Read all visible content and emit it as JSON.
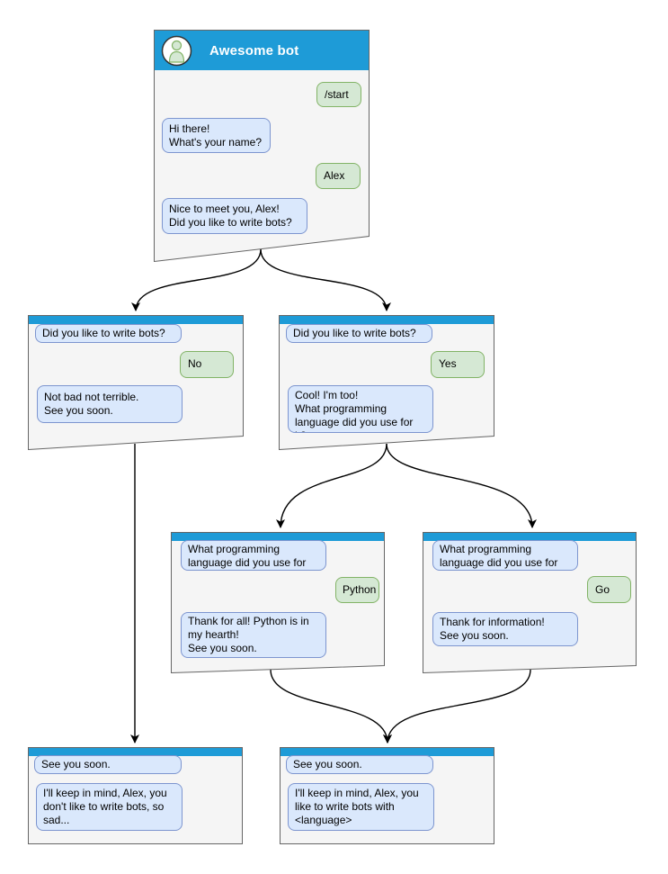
{
  "colors": {
    "header_blue": "#1E9BD7",
    "window_fill": "#F5F5F5",
    "window_border": "#666666",
    "bot_bubble_fill": "#DAE8FC",
    "bot_bubble_border": "#7D95CF",
    "user_bubble_fill": "#D5E8D4",
    "user_bubble_border": "#82B366",
    "edge_color": "#000000",
    "title_color": "#FFFFFF"
  },
  "icons": {
    "avatar": "person-icon"
  },
  "windows": {
    "main": {
      "title": "Awesome bot",
      "messages": [
        {
          "from": "user",
          "text": "/start"
        },
        {
          "from": "bot",
          "text": "Hi there!\nWhat's your name?"
        },
        {
          "from": "user",
          "text": "Alex"
        },
        {
          "from": "bot",
          "text": "Nice to meet you, Alex!\nDid you like to write bots?"
        }
      ]
    },
    "branch_no": {
      "messages": [
        {
          "from": "bot",
          "text": "Did you like to write bots?"
        },
        {
          "from": "user",
          "text": "No"
        },
        {
          "from": "bot",
          "text": "Not bad not terrible.\nSee you soon."
        }
      ]
    },
    "branch_yes": {
      "messages": [
        {
          "from": "bot",
          "text": "Did you like to write bots?"
        },
        {
          "from": "user",
          "text": "Yes"
        },
        {
          "from": "bot",
          "text": "Cool! I'm too!\nWhat programming\nlanguage did you use for it?"
        }
      ]
    },
    "branch_python": {
      "messages": [
        {
          "from": "bot",
          "text": "What programming\nlanguage did you use for it?"
        },
        {
          "from": "user",
          "text": "Python"
        },
        {
          "from": "bot",
          "text": "Thank for all! Python is in\nmy hearth!\nSee you soon."
        }
      ]
    },
    "branch_go": {
      "messages": [
        {
          "from": "bot",
          "text": "What programming\nlanguage did you use for it?"
        },
        {
          "from": "user",
          "text": "Go"
        },
        {
          "from": "bot",
          "text": "Thank for information!\nSee you soon."
        }
      ]
    },
    "end_no": {
      "messages": [
        {
          "from": "bot",
          "text": "See you soon."
        },
        {
          "from": "bot",
          "text": "I'll keep in mind, Alex, you\ndon't like to write bots, so\nsad..."
        }
      ]
    },
    "end_yes": {
      "messages": [
        {
          "from": "bot",
          "text": "See you soon."
        },
        {
          "from": "bot",
          "text": "I'll keep in mind, Alex, you\nlike to write bots with\n<language>"
        }
      ]
    }
  },
  "flow": {
    "edges": [
      {
        "from": "main",
        "to": "branch_no"
      },
      {
        "from": "main",
        "to": "branch_yes"
      },
      {
        "from": "branch_no",
        "to": "end_no"
      },
      {
        "from": "branch_yes",
        "to": "branch_python"
      },
      {
        "from": "branch_yes",
        "to": "branch_go"
      },
      {
        "from": "branch_python",
        "to": "end_yes"
      },
      {
        "from": "branch_go",
        "to": "end_yes"
      }
    ]
  }
}
